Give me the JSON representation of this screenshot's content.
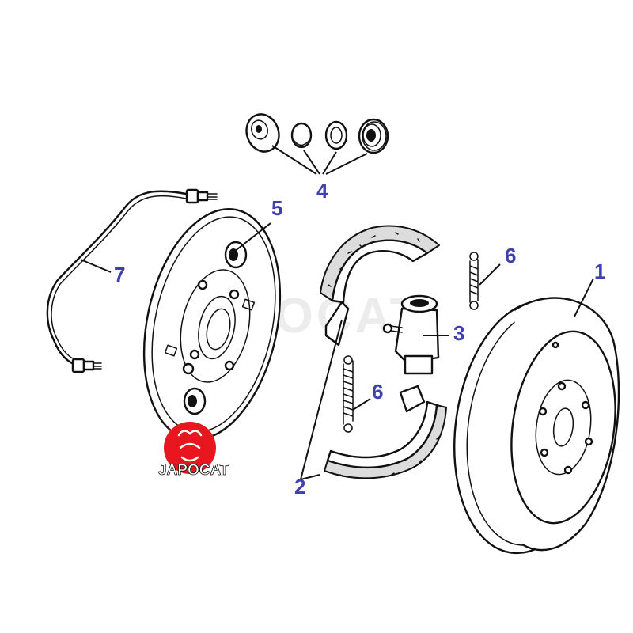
{
  "watermark": "JAPOCAT",
  "logo": {
    "brand": "JAPOCAT",
    "color": "#e8171f"
  },
  "accent_color": "#3f3fb0",
  "callouts": {
    "drum": "1",
    "shoe": "2",
    "wheel_cylinder": "3",
    "repair_kit": "4",
    "adjuster": "5",
    "spring_upper": "6",
    "spring_lower": "6",
    "brake_pipe": "7"
  }
}
